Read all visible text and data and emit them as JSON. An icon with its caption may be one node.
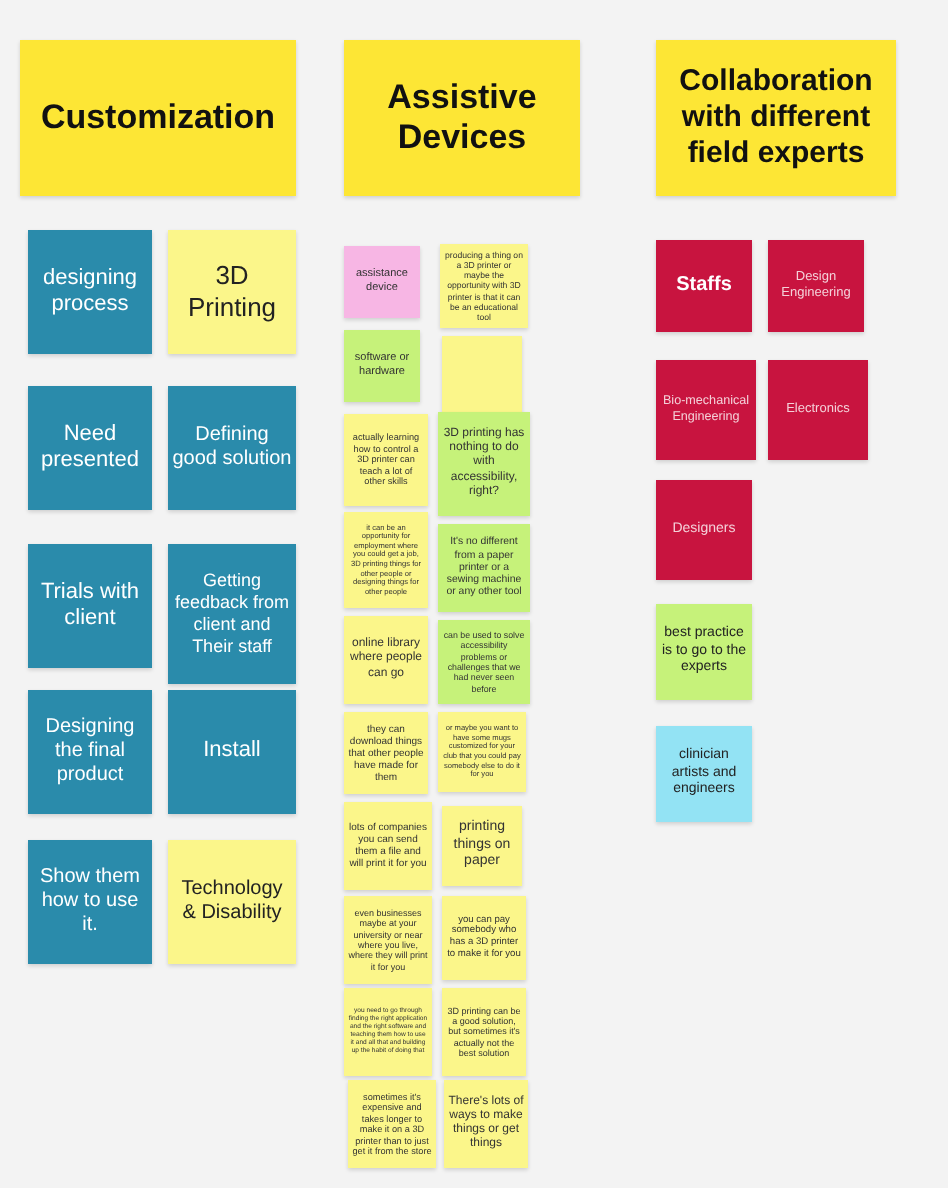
{
  "diagram": {
    "nodes": [
      {
        "text": [
          "Customization"
        ]
      },
      {
        "text": [
          "Assistive Devices"
        ]
      },
      {
        "text": [
          "Collaboration with different field experts"
        ]
      },
      {
        "text": [
          "designing process"
        ]
      },
      {
        "text": [
          "3D Printing"
        ]
      },
      {
        "text": [
          "Need presented"
        ]
      },
      {
        "text": [
          "Defining good solution"
        ]
      },
      {
        "text": [
          "Trials with client"
        ]
      },
      {
        "text": [
          "Getting feedback from client and Their staff"
        ]
      },
      {
        "text": [
          "Designing the final product"
        ]
      },
      {
        "text": [
          "Install"
        ]
      },
      {
        "text": [
          "Show them how to use it."
        ]
      },
      {
        "text": [
          "Technology & Disability"
        ]
      },
      {
        "text": [
          "assistance device"
        ]
      },
      {
        "text": [
          "producing a thing on a 3D printer or maybe the opportunity with 3D printer is that it can be an educational tool"
        ]
      },
      {
        "text": [
          "software or hardware"
        ]
      },
      {
        "text": [],
        "shape": "box"
      },
      {
        "text": [
          "actually learning how to control a 3D printer can teach a lot of other skills"
        ]
      },
      {
        "text": [
          "3D printing has nothing to do with accessibility, right?"
        ]
      },
      {
        "text": [
          "it can be an opportunity for employment where you could get a job, 3D printing things for other people or designing things for other people"
        ]
      },
      {
        "text": [
          "It's no different from a paper printer or a sewing machine or any other tool"
        ]
      },
      {
        "text": [
          "online library where people can go"
        ]
      },
      {
        "text": [
          "can be used to solve accessibility problems or challenges that we had never seen before"
        ]
      },
      {
        "text": [
          "they can download things that other people have made for them"
        ]
      },
      {
        "text": [
          "or maybe you want to have some mugs customized for your club that you could pay somebody else to do it for you"
        ]
      },
      {
        "text": [
          "lots of companies you can send them a file and will print it for you"
        ]
      },
      {
        "text": [
          "printing things on paper"
        ]
      },
      {
        "text": [
          "even businesses maybe at your university or near where you live, where they will print it for you"
        ]
      },
      {
        "text": [
          "you can pay somebody who has a 3D printer to make it for you"
        ]
      },
      {
        "text": [
          "you need to go through finding the right application and the right software and teaching them how to use it and all that and building up the habit of doing that"
        ]
      },
      {
        "text": [
          "3D printing can be a good solution, but sometimes it's actually not the best solution"
        ]
      },
      {
        "text": [
          "sometimes it's expensive and takes longer to make it on a 3D printer than to just get it from the store"
        ]
      },
      {
        "text": [
          "There's lots of ways to make things or get things"
        ]
      },
      {
        "text": [
          "Staffs"
        ]
      },
      {
        "text": [
          "Design Engineering"
        ]
      },
      {
        "text": [
          "Bio-mechanical Engineering"
        ]
      },
      {
        "text": [
          "Electronics"
        ]
      },
      {
        "text": [
          "Designers"
        ]
      },
      {
        "text": [
          "best practice is to go to the experts"
        ]
      },
      {
        "text": [
          "clinician artists and engineers"
        ]
      }
    ]
  }
}
